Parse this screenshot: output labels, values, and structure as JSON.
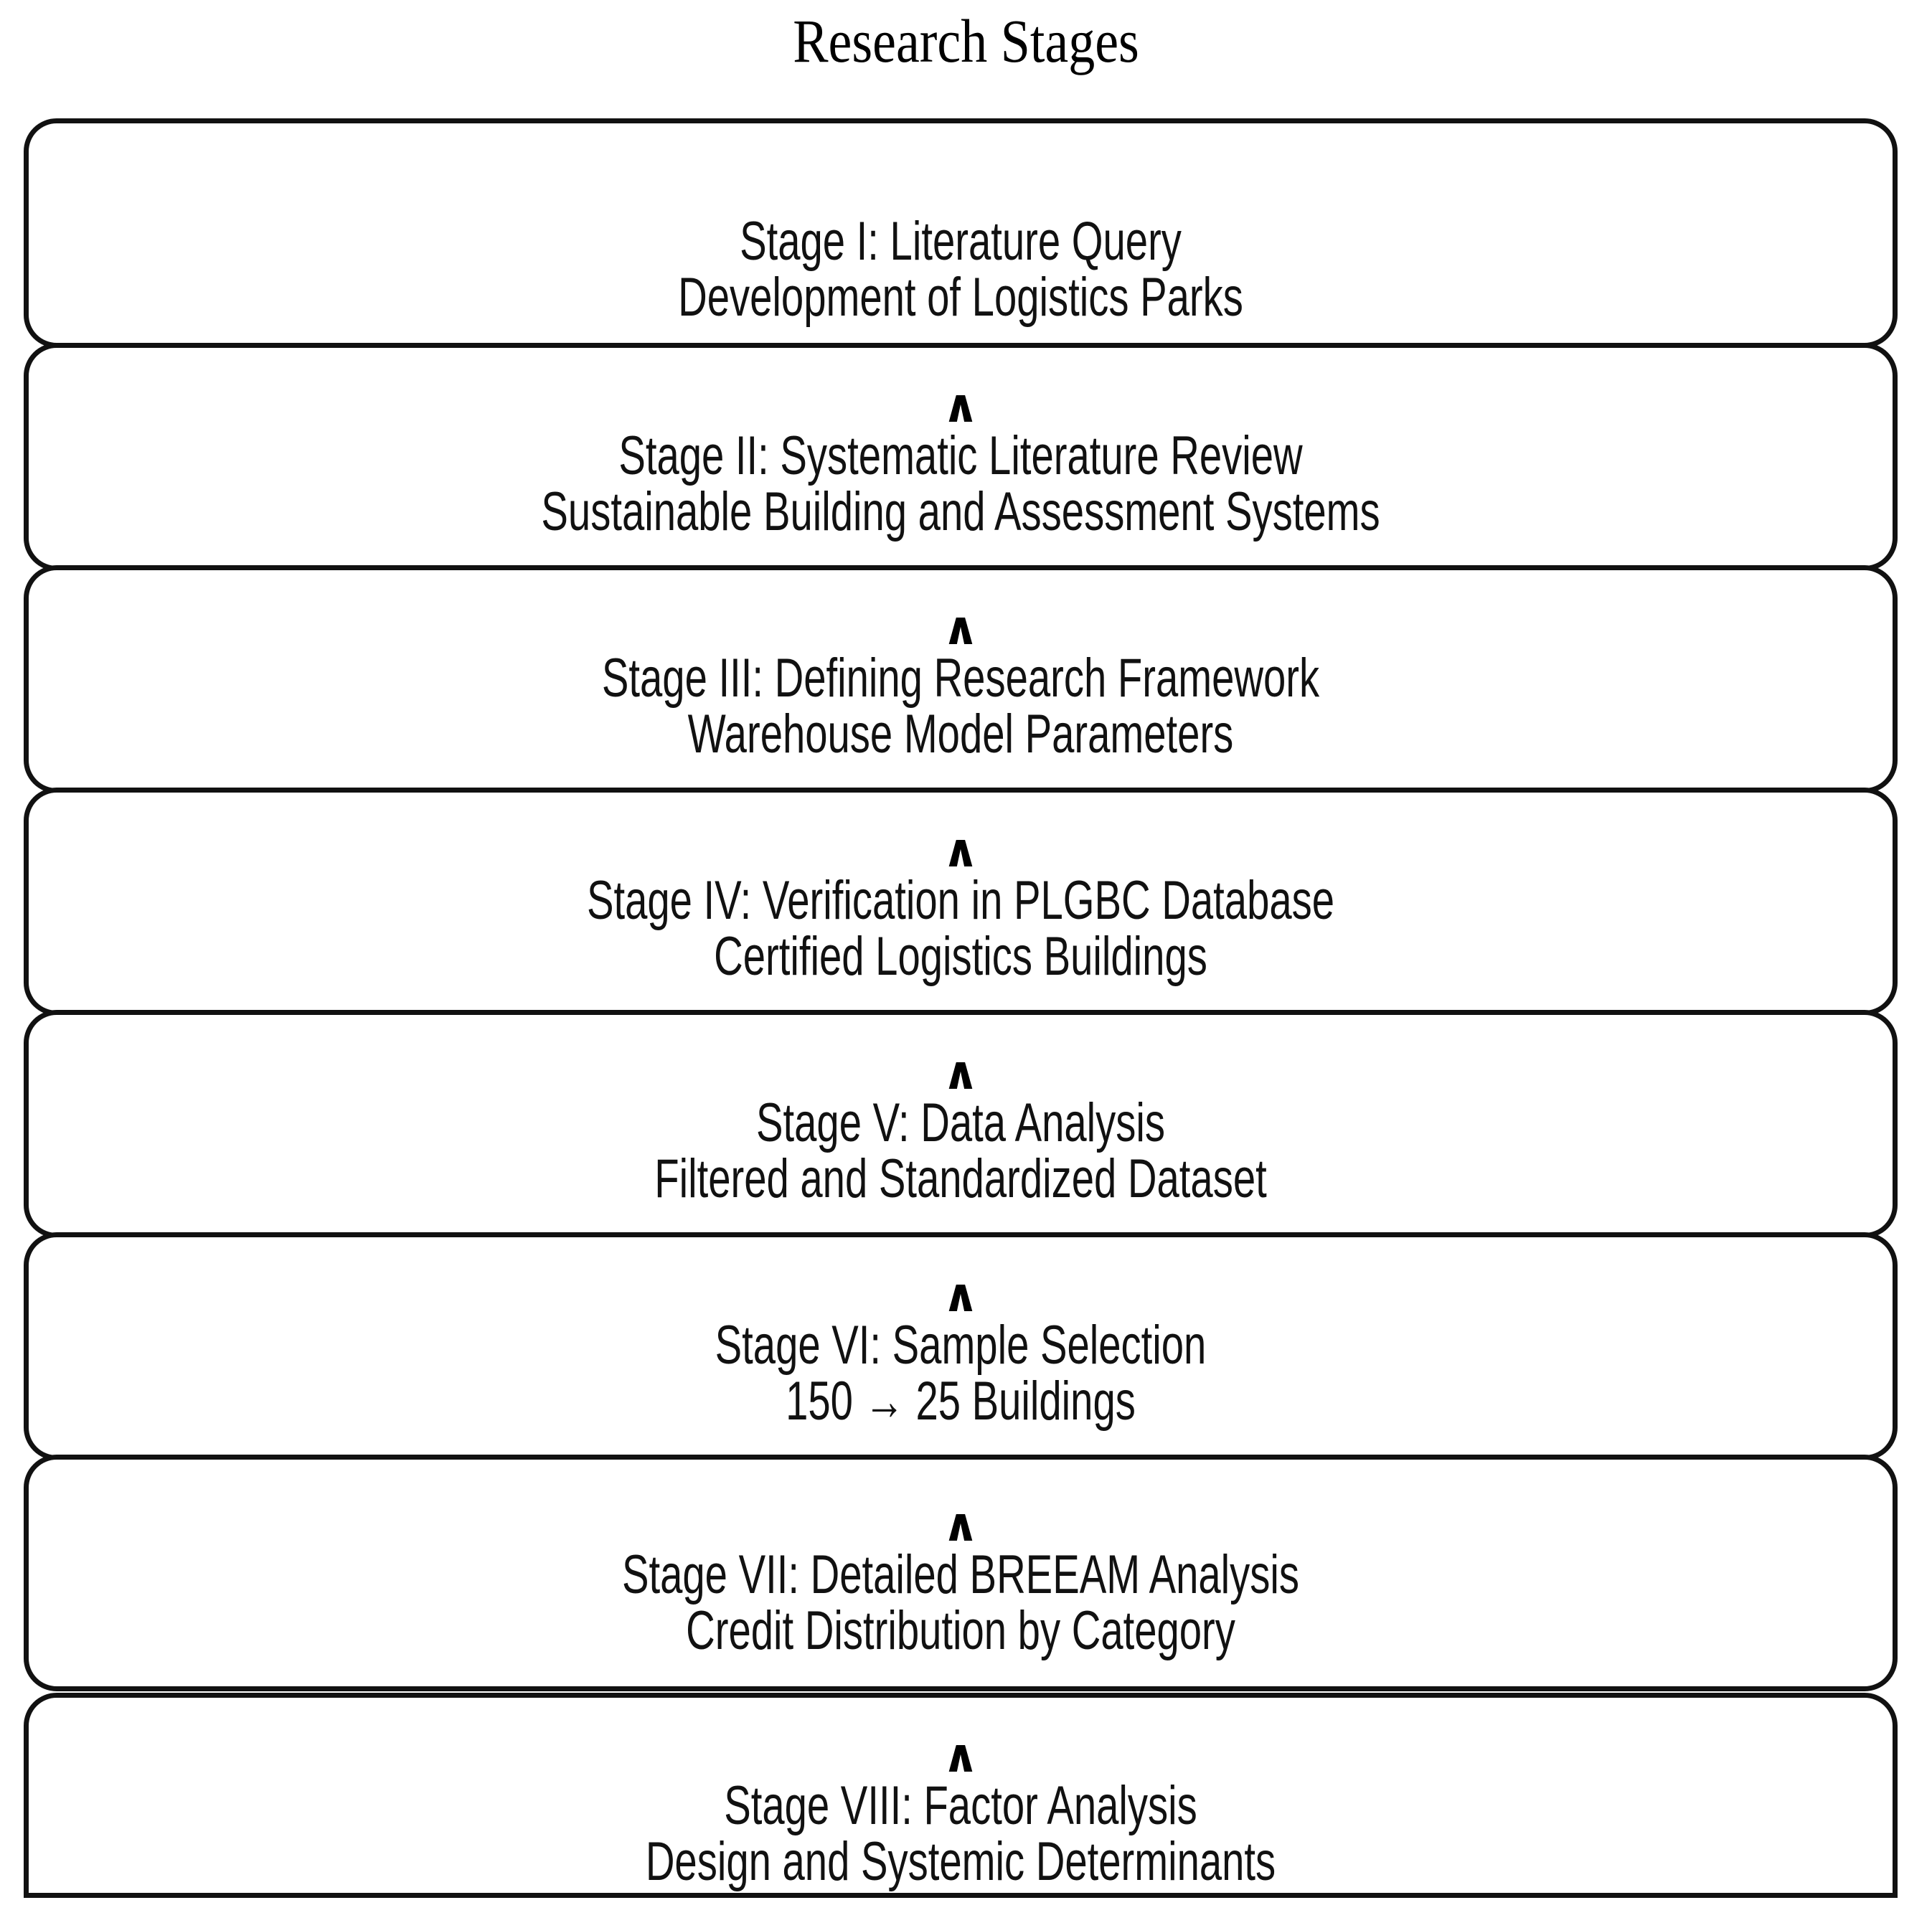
{
  "title": "Research Stages",
  "theme": {
    "background": "#ffffff",
    "border_color": "#111111",
    "text_color": "#111111"
  },
  "connector": {
    "glyph": "∧",
    "name": "chevron-up-icon"
  },
  "stages": [
    {
      "id": "stage-1",
      "roman": "I",
      "line1": "Stage I: Literature Query",
      "line2": "Development of Logistics Parks",
      "has_connector": false
    },
    {
      "id": "stage-2",
      "roman": "II",
      "line1": "Stage II: Systematic Literature Review",
      "line2": "Sustainable Building and Assessment Systems",
      "has_connector": true
    },
    {
      "id": "stage-3",
      "roman": "III",
      "line1": "Stage III: Defining Research Framework",
      "line2": "Warehouse Model Parameters",
      "has_connector": true
    },
    {
      "id": "stage-4",
      "roman": "IV",
      "line1": "Stage IV: Verification in PLGBC Database",
      "line2": "Certified Logistics Buildings",
      "has_connector": true
    },
    {
      "id": "stage-5",
      "roman": "V",
      "line1": "Stage V: Data Analysis",
      "line2": "Filtered and Standardized Dataset",
      "has_connector": true
    },
    {
      "id": "stage-6",
      "roman": "VI",
      "line1": "Stage VI: Sample Selection",
      "line2": "150 → 25 Buildings",
      "has_connector": true
    },
    {
      "id": "stage-7",
      "roman": "VII",
      "line1": "Stage VII: Detailed BREEAM Analysis",
      "line2": "Credit Distribution by Category",
      "has_connector": true
    },
    {
      "id": "stage-8",
      "roman": "VIII",
      "line1": "Stage VIII: Factor Analysis",
      "line2": "Design and Systemic Determinants",
      "has_connector": true
    }
  ],
  "chart_data": {
    "type": "diagram",
    "subtype": "vertical-flow-stack",
    "title": "Research Stages",
    "node_count": 8,
    "direction": "top-to-bottom",
    "connector_symbol": "∧",
    "nodes": [
      {
        "order": 1,
        "label": "Stage I: Literature Query",
        "detail": "Development of Logistics Parks"
      },
      {
        "order": 2,
        "label": "Stage II: Systematic Literature Review",
        "detail": "Sustainable Building and Assessment Systems"
      },
      {
        "order": 3,
        "label": "Stage III: Defining Research Framework",
        "detail": "Warehouse Model Parameters"
      },
      {
        "order": 4,
        "label": "Stage IV: Verification in PLGBC Database",
        "detail": "Certified Logistics Buildings"
      },
      {
        "order": 5,
        "label": "Stage V: Data Analysis",
        "detail": "Filtered and Standardized Dataset"
      },
      {
        "order": 6,
        "label": "Stage VI: Sample Selection",
        "detail": "150 → 25 Buildings"
      },
      {
        "order": 7,
        "label": "Stage VII: Detailed BREEAM Analysis",
        "detail": "Credit Distribution by Category"
      },
      {
        "order": 8,
        "label": "Stage VIII: Factor Analysis",
        "detail": "Design and Systemic Determinants"
      }
    ],
    "sample_reduction": {
      "from": 150,
      "to": 25,
      "unit": "Buildings"
    }
  }
}
